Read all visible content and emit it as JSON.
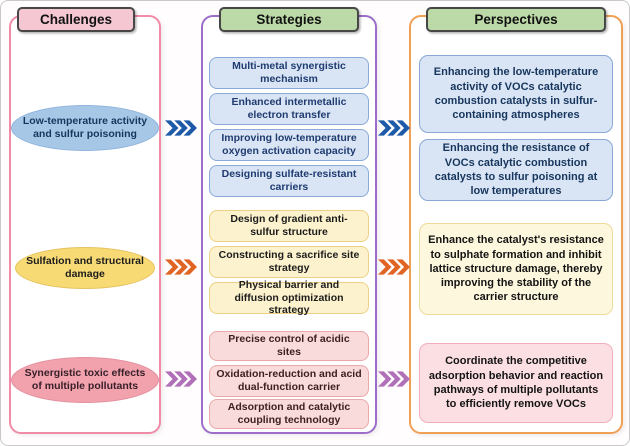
{
  "headers": {
    "challenges": "Challenges",
    "strategies": "Strategies",
    "perspectives": "Perspectives"
  },
  "challenges": [
    "Low-temperature activity and sulfur poisoning",
    "Sulfation and structural damage",
    "Synergistic toxic effects of multiple pollutants"
  ],
  "strategies": {
    "blue": [
      "Multi-metal synergistic mechanism",
      "Enhanced intermetallic electron transfer",
      "Improving low-temperature oxygen activation capacity",
      "Designing sulfate-resistant carriers"
    ],
    "yellow": [
      "Design of gradient anti-sulfur structure",
      "Constructing a sacrifice site strategy",
      "Physical barrier and diffusion optimization strategy"
    ],
    "pink": [
      "Precise control of acidic sites",
      "Oxidation-reduction and acid dual-function carrier",
      "Adsorption and catalytic coupling technology"
    ]
  },
  "perspectives": [
    "Enhancing the low-temperature activity of VOCs catalytic combustion catalysts in sulfur-containing atmospheres",
    "Enhancing the resistance of VOCs catalytic combustion catalysts to sulfur poisoning at low temperatures",
    "Enhance the catalyst's resistance to sulphate formation and inhibit lattice structure damage, thereby improving the stability of the carrier structure",
    "Coordinate the competitive adsorption behavior and reaction pathways of multiple pollutants to efficiently remove VOCs"
  ],
  "colors": {
    "challenge_row_blue": "#a7c7e7",
    "challenge_row_yellow": "#f8da75",
    "challenge_row_pink": "#f2a2ac",
    "arrow_blue": "#1e5aa8",
    "arrow_orange": "#e06524",
    "arrow_purple": "#b070b8",
    "panel_border_challenges": "#f08ca8",
    "panel_border_strategies": "#9c6ec9",
    "panel_border_perspectives": "#f0a055",
    "header_bg_challenges": "#f4c7d3",
    "header_bg_green": "#bcd9a8"
  }
}
